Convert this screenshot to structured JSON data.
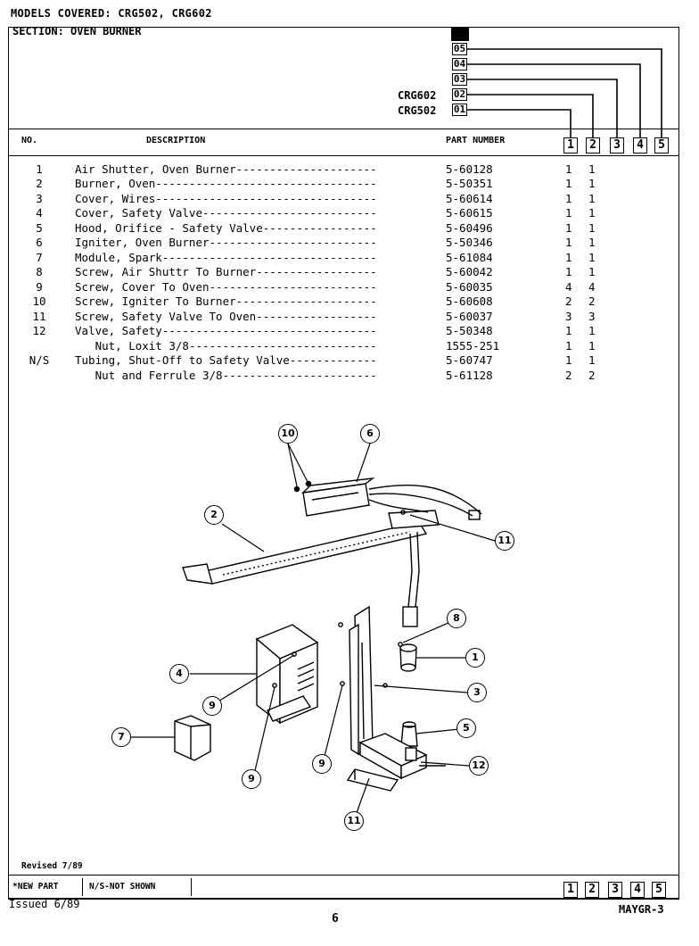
{
  "header": {
    "models_covered": "MODELS COVERED: CRG502, CRG602",
    "section": "SECTION:  OVEN BURNER",
    "version_codes": [
      "05",
      "04",
      "03",
      "02",
      "01"
    ],
    "model_labels": [
      {
        "label": "CRG602",
        "code": "02"
      },
      {
        "label": "CRG502",
        "code": "01"
      }
    ]
  },
  "table": {
    "col_no": "NO.",
    "col_desc": "DESCRIPTION",
    "col_part": "PART NUMBER",
    "qty_columns": [
      "1",
      "2",
      "3",
      "4",
      "5"
    ],
    "rows": [
      {
        "no": "1",
        "desc": "Air Shutter, Oven Burner---------------------",
        "part": "5-60128",
        "q1": "1",
        "q2": "1"
      },
      {
        "no": "2",
        "desc": "Burner, Oven---------------------------------",
        "part": "5-50351",
        "q1": "1",
        "q2": "1"
      },
      {
        "no": "3",
        "desc": "Cover, Wires---------------------------------",
        "part": "5-60614",
        "q1": "1",
        "q2": "1"
      },
      {
        "no": "4",
        "desc": "Cover, Safety Valve--------------------------",
        "part": "5-60615",
        "q1": "1",
        "q2": "1"
      },
      {
        "no": "5",
        "desc": "Hood, Orifice - Safety Valve-----------------",
        "part": "5-60496",
        "q1": "1",
        "q2": "1"
      },
      {
        "no": "6",
        "desc": "Igniter, Oven Burner-------------------------",
        "part": "5-50346",
        "q1": "1",
        "q2": "1"
      },
      {
        "no": "7",
        "desc": "Module, Spark--------------------------------",
        "part": "5-61084",
        "q1": "1",
        "q2": "1"
      },
      {
        "no": "8",
        "desc": "Screw, Air Shuttr To Burner------------------",
        "part": "5-60042",
        "q1": "1",
        "q2": "1"
      },
      {
        "no": "9",
        "desc": "Screw, Cover To Oven-------------------------",
        "part": "5-60035",
        "q1": "4",
        "q2": "4"
      },
      {
        "no": "10",
        "desc": "Screw, Igniter To Burner---------------------",
        "part": "5-60608",
        "q1": "2",
        "q2": "2"
      },
      {
        "no": "11",
        "desc": "Screw, Safety Valve To Oven------------------",
        "part": "5-60037",
        "q1": "3",
        "q2": "3"
      },
      {
        "no": "12",
        "desc": "Valve, Safety--------------------------------",
        "part": "5-50348",
        "q1": "1",
        "q2": "1"
      },
      {
        "no": "",
        "desc": "   Nut, Loxit 3/8----------------------------",
        "part": "1555-251",
        "q1": "1",
        "q2": "1"
      },
      {
        "no": "N/S",
        "desc": "Tubing, Shut-Off to Safety Valve-------------",
        "part": "5-60747",
        "q1": "1",
        "q2": "1"
      },
      {
        "no": "",
        "desc": "   Nut and Ferrule 3/8-----------------------",
        "part": "5-61128",
        "q1": "2",
        "q2": "2"
      }
    ]
  },
  "diagram": {
    "callouts": [
      "10",
      "6",
      "2",
      "11",
      "8",
      "1",
      "4",
      "3",
      "9",
      "5",
      "7",
      "9",
      "12",
      "9",
      "11"
    ]
  },
  "footer": {
    "revised": "Revised 7/89",
    "new_part": "*NEW PART",
    "not_shown": "N/S-NOT SHOWN",
    "issued": "Issued 6/89",
    "page": "6",
    "code": "MAYGR-3",
    "qty_columns": [
      "1",
      "2",
      "3",
      "4",
      "5"
    ]
  }
}
